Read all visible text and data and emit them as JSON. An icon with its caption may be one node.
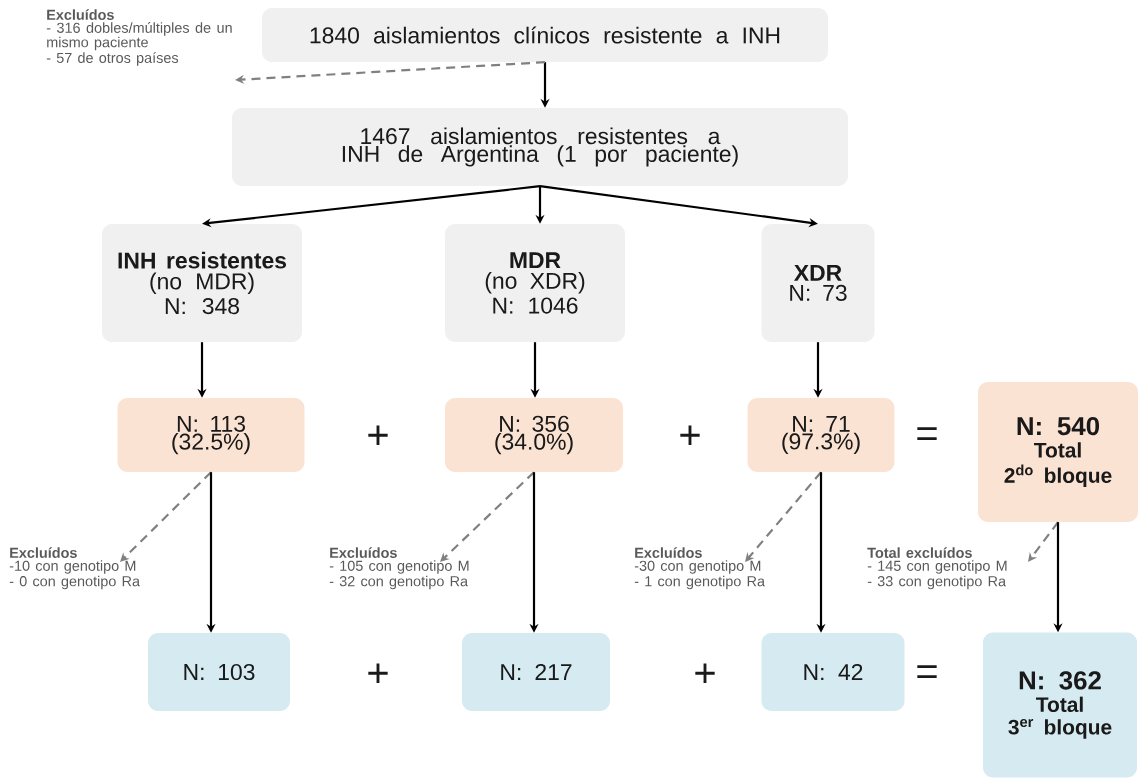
{
  "diagram": {
    "nodes": [
      {
        "text": [
          "1840 aislamientos clínicos resistente a INH"
        ]
      },
      {
        "text": [
          "Excluídos",
          "- 316 dobles/múltiples de un mismo paciente",
          "- 57 de otros países"
        ]
      },
      {
        "text": [
          "1467 aislamientos resistentes a INH de Argentina (1 por paciente)"
        ]
      },
      {
        "text": [
          "INH resistentes",
          "(no MDR)",
          "N: 348"
        ]
      },
      {
        "text": [
          "MDR",
          "(no XDR)",
          "N: 1046"
        ]
      },
      {
        "text": [
          "XDR",
          "N: 73"
        ]
      },
      {
        "text": [
          "N: 113 (32.5%)"
        ]
      },
      {
        "text": [
          "N: 356 (34.0%)"
        ]
      },
      {
        "text": [
          "N: 71 (97.3%)"
        ]
      },
      {
        "text": [
          "N: 540",
          "Total",
          "2$^{do}$ bloque"
        ]
      },
      {
        "text": [
          "Excluídos",
          "-10 con genotipo M",
          "- 0 con genotipo Ra"
        ]
      },
      {
        "text": [
          "Excluídos",
          "- 105 con genotipo M",
          "- 32 con genotipo Ra"
        ]
      },
      {
        "text": [
          "Excluídos",
          "-30 con genotipo M",
          "- 1 con genotipo Ra"
        ]
      },
      {
        "text": [
          "Total excluídos",
          "- 145 con genotipo M",
          "- 33 con genotipo Ra"
        ]
      },
      {
        "text": [
          "N: 103"
        ]
      },
      {
        "text": [
          "N: 217"
        ]
      },
      {
        "text": [
          "N: 42"
        ]
      },
      {
        "text": [
          "N: 362",
          "Total",
          "3$^{er}$ bloque"
        ]
      }
    ],
    "edges": [
      {
        "from": 0,
        "to": 2,
        "arrow": "to"
      },
      {
        "from": 0,
        "to": 1,
        "arrow": "to",
        "style": "dashed",
        "color": "#808080"
      },
      {
        "from": 2,
        "to": 3,
        "arrow": "to"
      },
      {
        "from": 2,
        "to": 4,
        "arrow": "to"
      },
      {
        "from": 2,
        "to": 5,
        "arrow": "to"
      },
      {
        "from": 3,
        "to": 6,
        "arrow": "to"
      },
      {
        "from": 4,
        "to": 7,
        "arrow": "to"
      },
      {
        "from": 5,
        "to": 8,
        "arrow": "to"
      },
      {
        "from": 6,
        "to": 10,
        "arrow": "to",
        "style": "dashed",
        "color": "#808080"
      },
      {
        "from": 6,
        "to": 14,
        "arrow": "to"
      },
      {
        "from": 7,
        "to": 11,
        "arrow": "to",
        "style": "dashed",
        "color": "#808080"
      },
      {
        "from": 7,
        "to": 15,
        "arrow": "to"
      },
      {
        "from": 8,
        "to": 12,
        "arrow": "to",
        "style": "dashed",
        "color": "#808080"
      },
      {
        "from": 8,
        "to": 16,
        "arrow": "to"
      },
      {
        "from": 9,
        "to": 13,
        "arrow": "to",
        "style": "dashed",
        "color": "#808080"
      },
      {
        "from": 9,
        "to": 17,
        "arrow": "to"
      }
    ],
    "labels": [
      "+",
      "+",
      "=",
      "+",
      "+",
      "="
    ]
  }
}
